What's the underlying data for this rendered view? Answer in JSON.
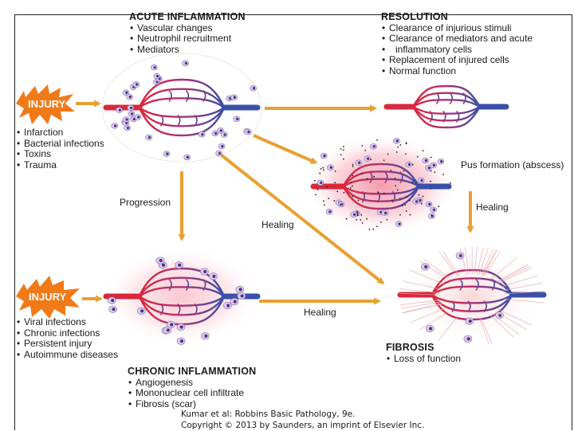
{
  "acute": {
    "title": "ACUTE INFLAMMATION",
    "items": [
      "Vascular changes",
      "Neutrophil recruitment",
      "Mediators"
    ]
  },
  "resolution": {
    "title": "RESOLUTION",
    "items": [
      "Clearance of injurious stimuli",
      "Clearance of mediators and acute",
      "inflammatory cells",
      "Replacement of injured cells",
      "Normal function"
    ]
  },
  "injury_top": {
    "label": "INJURY",
    "items": [
      "Infarction",
      "Bacterial infections",
      "Toxins",
      "Trauma"
    ]
  },
  "injury_bottom": {
    "label": "INJURY",
    "items": [
      "Viral infections",
      "Chronic infections",
      "Persistent injury",
      "Autoimmune diseases"
    ]
  },
  "chronic": {
    "title": "CHRONIC INFLAMMATION",
    "items": [
      "Angiogenesis",
      "Mononuclear cell infiltrate",
      "Fibrosis (scar)"
    ]
  },
  "fibrosis": {
    "title": "FIBROSIS",
    "items": [
      "Loss of function"
    ]
  },
  "labels": {
    "pus": "Pus formation (abscess)",
    "progression": "Progression",
    "healing_diag": "Healing",
    "healing_right": "Healing",
    "healing_bottom": "Healing"
  },
  "credit": {
    "line1": "Kumar et al: Robbins Basic Pathology, 9e.",
    "line2": "Copyright © 2013  by Saunders, an imprint of Elsevier Inc."
  },
  "colors": {
    "arrow": "#e8a032",
    "injury_burst": "#f07a18",
    "artery": "#d8283c",
    "vein": "#3a4fa8",
    "inflamed_halo": "#f4a9b4",
    "cell": "#b7a6d6",
    "nucleus": "#5b2c86"
  }
}
